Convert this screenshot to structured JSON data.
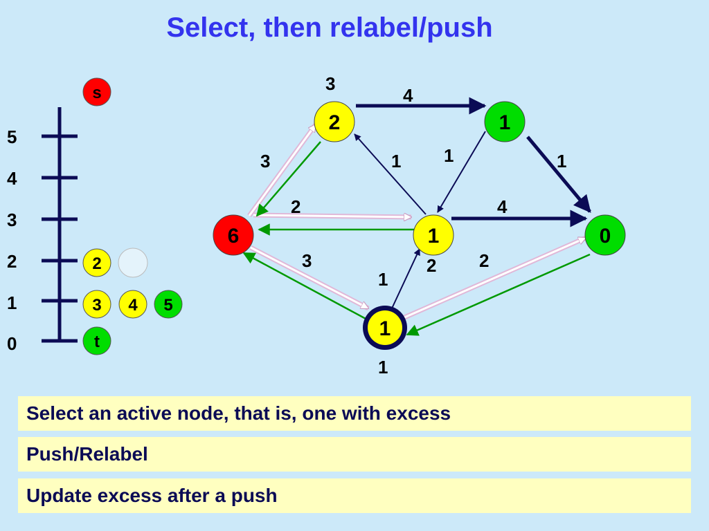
{
  "title": "Select, then relabel/push",
  "colors": {
    "background": "#cce9f9",
    "title": "#3333ee",
    "node_yellow": "#ffff00",
    "node_green": "#00dd00",
    "node_red": "#ff0000",
    "edge_dark": "#0b0b55",
    "edge_green": "#009900",
    "residual_pink": "#e0b8d8",
    "info_box": "#ffffc0"
  },
  "height_scale": {
    "levels": [
      "5",
      "4",
      "3",
      "2",
      "1",
      "0"
    ],
    "buckets": [
      {
        "level": "s",
        "nodes": [
          {
            "label": "s",
            "color": "red"
          }
        ]
      },
      {
        "level": "2",
        "nodes": [
          {
            "label": "2",
            "color": "yellow"
          },
          {
            "label": "",
            "color": "empty"
          }
        ]
      },
      {
        "level": "1",
        "nodes": [
          {
            "label": "3",
            "color": "yellow"
          },
          {
            "label": "4",
            "color": "yellow"
          },
          {
            "label": "5",
            "color": "green"
          }
        ]
      },
      {
        "level": "0",
        "nodes": [
          {
            "label": "t",
            "color": "green"
          }
        ]
      }
    ]
  },
  "graph": {
    "nodes": [
      {
        "id": "s",
        "label": "6",
        "color": "red"
      },
      {
        "id": "n2",
        "label": "2",
        "color": "yellow",
        "excess": "3"
      },
      {
        "id": "n3",
        "label": "1",
        "color": "yellow",
        "excess": "1",
        "selected": true
      },
      {
        "id": "n4",
        "label": "1",
        "color": "yellow"
      },
      {
        "id": "n5",
        "label": "1",
        "color": "green"
      },
      {
        "id": "t",
        "label": "0",
        "color": "green"
      }
    ],
    "edge_labels": [
      {
        "id": "s-n2",
        "text": "3"
      },
      {
        "id": "s-n4",
        "text": "2"
      },
      {
        "id": "s-n3",
        "text": "3"
      },
      {
        "id": "n4-n2",
        "text": "1"
      },
      {
        "id": "n2-n5",
        "text": "4"
      },
      {
        "id": "n5-n4",
        "text": "1"
      },
      {
        "id": "n5-t",
        "text": "1"
      },
      {
        "id": "n4-t",
        "text": "4"
      },
      {
        "id": "n3-n4-a",
        "text": "1"
      },
      {
        "id": "n3-n4-b",
        "text": "2"
      },
      {
        "id": "n3-t",
        "text": "2"
      }
    ]
  },
  "steps": [
    "Select an active node, that is, one with excess",
    "Push/Relabel",
    "Update excess after a push"
  ]
}
